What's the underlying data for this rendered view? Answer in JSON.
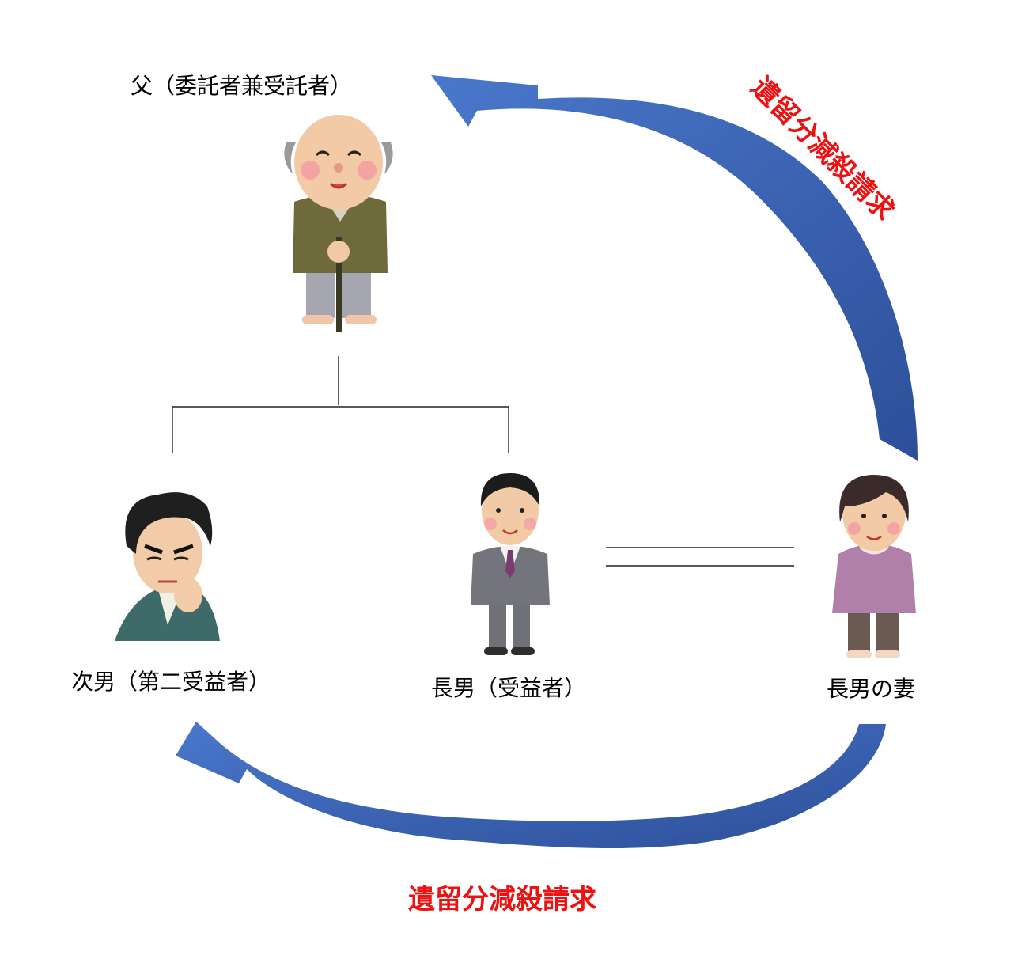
{
  "people": {
    "father": {
      "label": "父（委託者兼受託者）",
      "icon": "elderly-man-with-cane"
    },
    "second_son": {
      "label": "次男（第二受益者）",
      "icon": "frowning-man-in-kimono"
    },
    "eldest_son": {
      "label": "長男（受益者）",
      "icon": "man-in-suit"
    },
    "wife": {
      "label": "長男の妻",
      "icon": "smiling-woman"
    }
  },
  "claims": {
    "upper": "遺留分減殺請求",
    "lower": "遺留分減殺請求"
  },
  "colors": {
    "arrow": "#3f6bbf",
    "arrow_dark": "#2d4f99",
    "claim_text": "#ee1111"
  }
}
